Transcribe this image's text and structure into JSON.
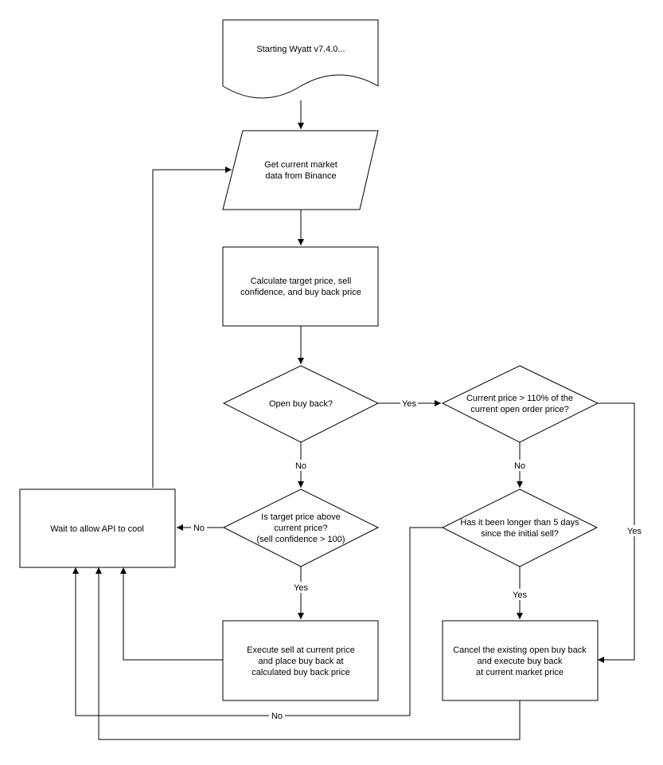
{
  "nodes": {
    "start": {
      "lines": [
        "Starting Wyatt v7.4.0..."
      ]
    },
    "get_data": {
      "lines": [
        "Get current market",
        "data from Binance"
      ]
    },
    "calculate": {
      "lines": [
        "Calculate target price, sell",
        "confidence, and buy back price"
      ]
    },
    "open_buyback": {
      "lines": [
        "Open buy back?"
      ]
    },
    "price_check": {
      "lines": [
        "Current price > 110% of the",
        "current open order price?"
      ]
    },
    "target_above": {
      "lines": [
        "Is target price above",
        "current price?",
        "(sell confidence > 100)"
      ]
    },
    "wait": {
      "lines": [
        "Wait to allow API to cool"
      ]
    },
    "longer_5_days": {
      "lines": [
        "Has it been longer than 5 days",
        "since the initial sell?"
      ]
    },
    "execute_sell": {
      "lines": [
        "Execute sell at current price",
        "and place buy back at",
        "calculated buy back price"
      ]
    },
    "cancel_buyback": {
      "lines": [
        "Cancel the existing open buy back",
        "and execute buy back",
        "at current market price"
      ]
    }
  },
  "edge_labels": {
    "open_yes": "Yes",
    "open_no": "No",
    "price_no": "No",
    "price_yes": "Yes",
    "target_no": "No",
    "target_yes": "Yes",
    "days_yes": "Yes",
    "days_no": "No"
  }
}
